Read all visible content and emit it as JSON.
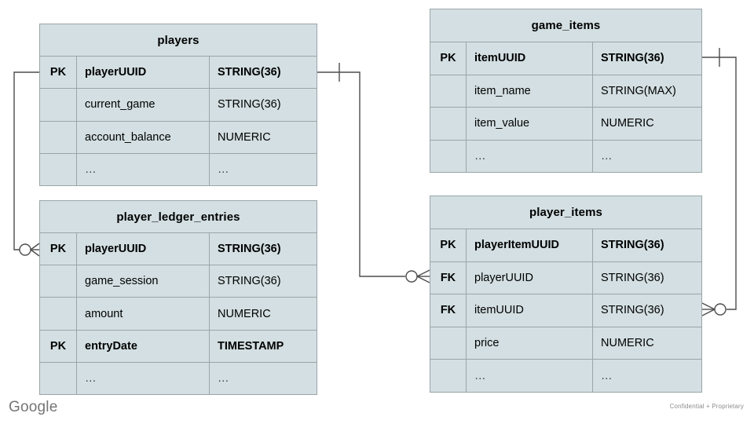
{
  "diagram": {
    "title": "Spanner game schema ER diagram",
    "colors": {
      "entity_fill": "#d3dfe2",
      "entity_border": "#9aa5a8",
      "connector": "#4d4d4d",
      "text": "#000000",
      "footer_text": "#757575"
    },
    "columns": {
      "key_header": "",
      "name_header": "",
      "type_header": ""
    }
  },
  "entities": [
    {
      "id": "players",
      "name": "players",
      "rows": [
        {
          "key": "PK",
          "name": "playerUUID",
          "type": "STRING(36)",
          "bold": true,
          "ellipsis": false
        },
        {
          "key": "",
          "name": "current_game",
          "type": "STRING(36)",
          "bold": false,
          "ellipsis": false
        },
        {
          "key": "",
          "name": "account_balance",
          "type": "NUMERIC",
          "bold": false,
          "ellipsis": false
        },
        {
          "key": "",
          "name": "…",
          "type": "…",
          "bold": false,
          "ellipsis": true
        }
      ]
    },
    {
      "id": "player_ledger_entries",
      "name": "player_ledger_entries",
      "rows": [
        {
          "key": "PK",
          "name": "playerUUID",
          "type": "STRING(36)",
          "bold": true,
          "ellipsis": false
        },
        {
          "key": "",
          "name": "game_session",
          "type": "STRING(36)",
          "bold": false,
          "ellipsis": false
        },
        {
          "key": "",
          "name": "amount",
          "type": "NUMERIC",
          "bold": false,
          "ellipsis": false
        },
        {
          "key": "PK",
          "name": "entryDate",
          "type": "TIMESTAMP",
          "bold": true,
          "ellipsis": false
        },
        {
          "key": "",
          "name": "…",
          "type": "…",
          "bold": false,
          "ellipsis": true
        }
      ]
    },
    {
      "id": "game_items",
      "name": "game_items",
      "rows": [
        {
          "key": "PK",
          "name": "itemUUID",
          "type": "STRING(36)",
          "bold": true,
          "ellipsis": false
        },
        {
          "key": "",
          "name": "item_name",
          "type": "STRING(MAX)",
          "bold": false,
          "ellipsis": false
        },
        {
          "key": "",
          "name": "item_value",
          "type": "NUMERIC",
          "bold": false,
          "ellipsis": false
        },
        {
          "key": "",
          "name": "…",
          "type": "…",
          "bold": false,
          "ellipsis": true
        }
      ]
    },
    {
      "id": "player_items",
      "name": "player_items",
      "rows": [
        {
          "key": "PK",
          "name": "playerItemUUID",
          "type": "STRING(36)",
          "bold": true,
          "ellipsis": false
        },
        {
          "key": "FK",
          "name": "playerUUID",
          "type": "STRING(36)",
          "bold": false,
          "ellipsis": false
        },
        {
          "key": "FK",
          "name": "itemUUID",
          "type": "STRING(36)",
          "bold": false,
          "ellipsis": false
        },
        {
          "key": "",
          "name": "price",
          "type": "NUMERIC",
          "bold": false,
          "ellipsis": false
        },
        {
          "key": "",
          "name": "…",
          "type": "…",
          "bold": false,
          "ellipsis": true
        }
      ]
    }
  ],
  "relationships": [
    {
      "id": "players-to-ledger",
      "from": "players.playerUUID",
      "to": "player_ledger_entries.playerUUID",
      "from_cardinality": "one",
      "to_cardinality": "zero-or-many"
    },
    {
      "id": "players-to-player-items",
      "from": "players.playerUUID",
      "to": "player_items.playerUUID",
      "from_cardinality": "one",
      "to_cardinality": "zero-or-many"
    },
    {
      "id": "game-items-to-player-items",
      "from": "game_items.itemUUID",
      "to": "player_items.itemUUID",
      "from_cardinality": "one",
      "to_cardinality": "zero-or-many"
    }
  ],
  "footer": {
    "logo": "Google",
    "note": "Confidential + Proprietary"
  }
}
